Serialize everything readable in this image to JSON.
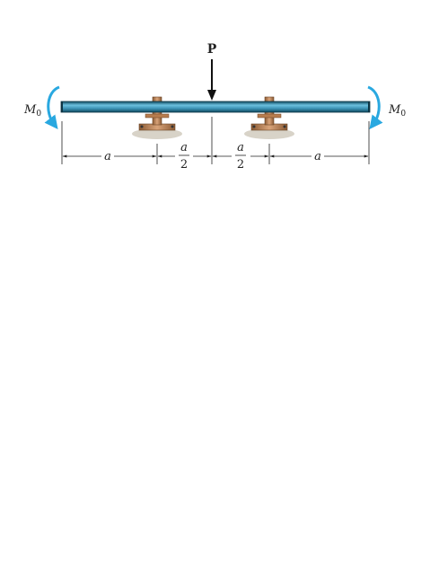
{
  "load": {
    "label": "P"
  },
  "moments": {
    "left": {
      "main": "M",
      "sub": "0"
    },
    "right": {
      "main": "M",
      "sub": "0"
    }
  },
  "dimensions": {
    "outer_left": "a",
    "inner_left_num": "a",
    "inner_left_den": "2",
    "inner_right_num": "a",
    "inner_right_den": "2",
    "outer_right": "a"
  },
  "colors": {
    "beam_dark": "#1d5f78",
    "beam_light": "#5fb3d2",
    "support": "#c08a5c",
    "support_dark": "#7a4f2c",
    "moment_arrow": "#29a8e0",
    "ground": "#d8d3c8"
  }
}
